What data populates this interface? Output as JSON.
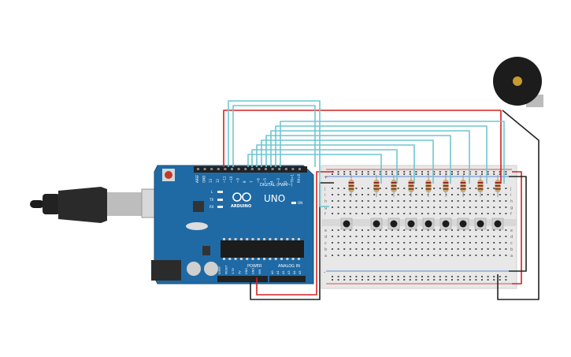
{
  "board": {
    "brand": "UNO",
    "sub_brand": "ARDUINO",
    "digital_label": "DIGITAL (PWM~)",
    "power_label": "POWER",
    "analog_label": "ANALOG IN",
    "on_label": "ON",
    "l_label": "L",
    "tx_label": "TX",
    "rx_label": "RX",
    "pins_top": [
      "AREF",
      "GND",
      "13",
      "12",
      "~11",
      "~10",
      "~9",
      "8",
      "7",
      "~6",
      "~5",
      "4",
      "~3",
      "2",
      "TX>1",
      "RX<0"
    ],
    "pins_power": [
      "IOREF",
      "RESET",
      "3.3V",
      "5V",
      "GND",
      "GND",
      "VIN"
    ],
    "pins_analog": [
      "A0",
      "A1",
      "A2",
      "A3",
      "A4",
      "A5"
    ]
  },
  "breadboard": {
    "rows_top": [
      "j",
      "i",
      "h",
      "g",
      "f"
    ],
    "rows_bottom": [
      "e",
      "d",
      "c",
      "b",
      "a"
    ],
    "rail_plus": "+",
    "rail_minus": "-"
  },
  "components": {
    "buttons_count": 9,
    "resistors_count": 9
  },
  "colors": {
    "board": "#1f6aa5",
    "wire_red": "#d62020",
    "wire_teal": "#6fc6d0",
    "wire_black": "#222222",
    "resistor": "#c9a878",
    "breadboard": "#e8e8e8"
  }
}
